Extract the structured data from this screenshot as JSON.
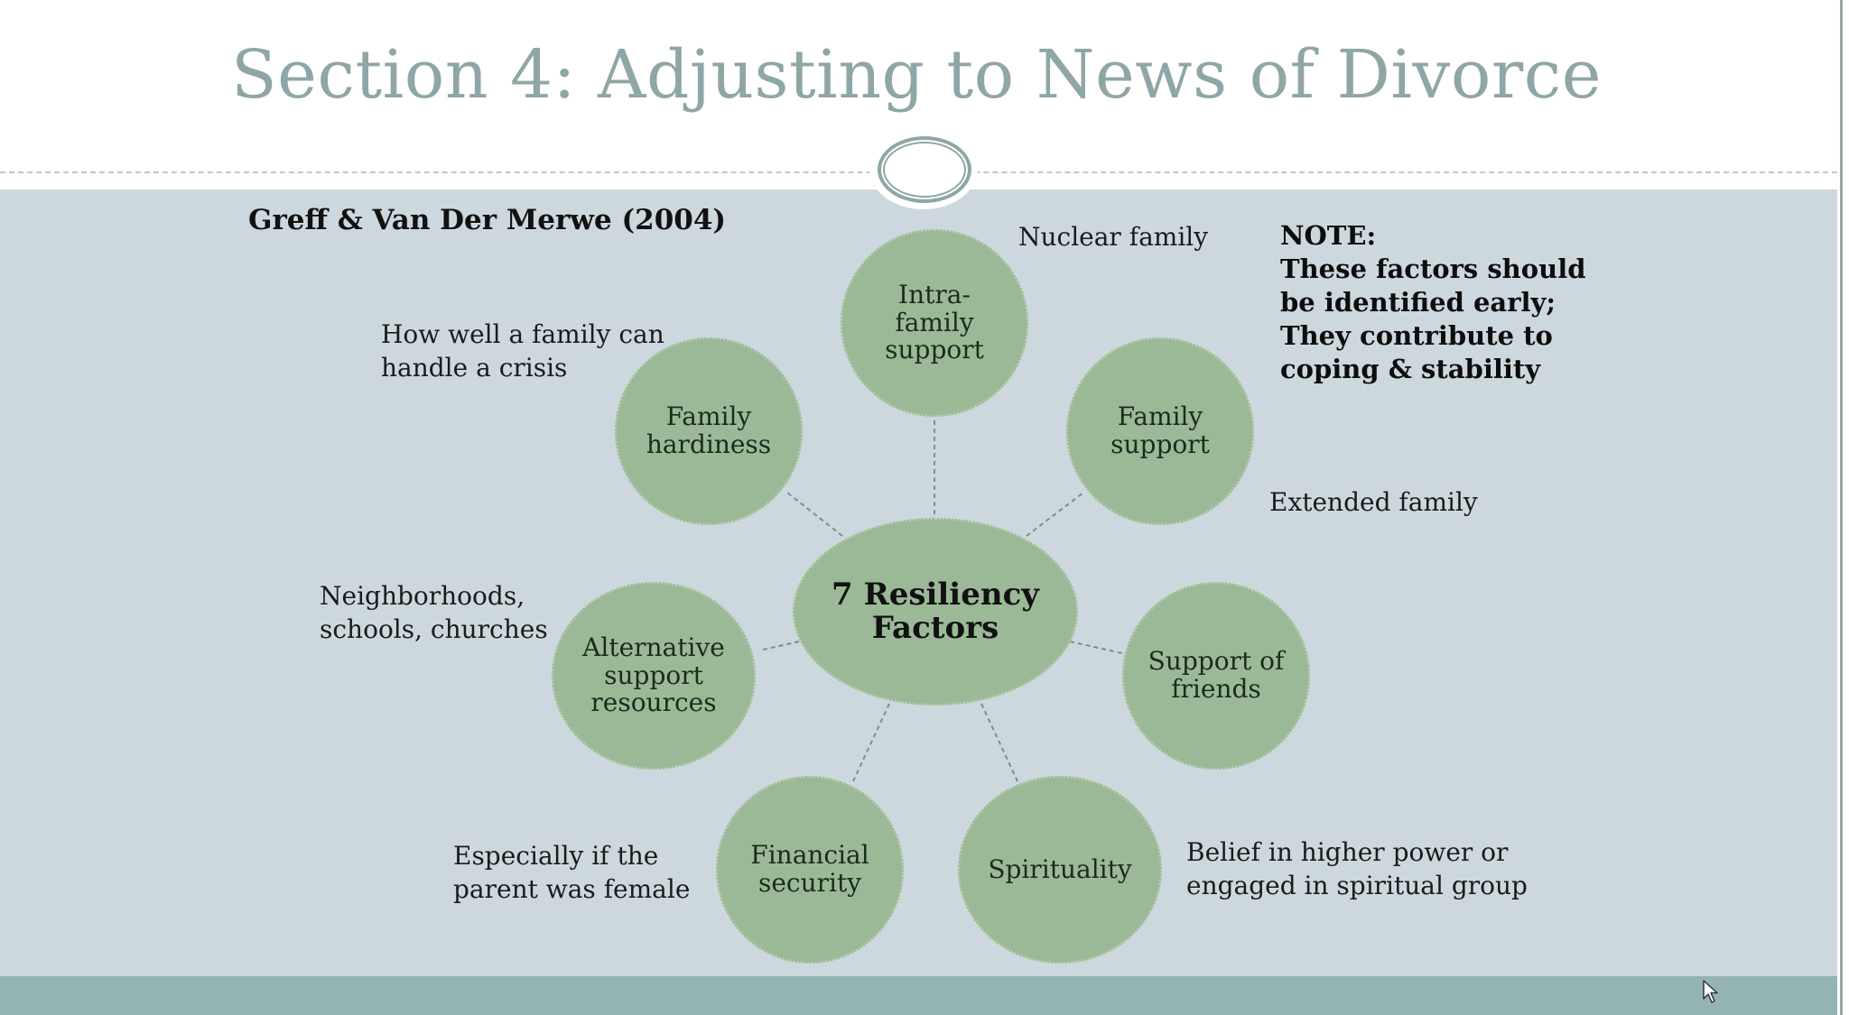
{
  "title": "Section 4: Adjusting to News of Divorce",
  "citation": "Greff & Van Der Merwe (2004)",
  "note": {
    "heading": "NOTE:",
    "lines": [
      "These factors should",
      "be identified early;",
      "They contribute to",
      "coping & stability"
    ]
  },
  "hub": {
    "label": "7 Resiliency\nFactors"
  },
  "factors": [
    {
      "id": "intra-family-support",
      "label": "Intra-\nfamily\nsupport"
    },
    {
      "id": "family-support",
      "label": "Family\nsupport"
    },
    {
      "id": "support-of-friends",
      "label": "Support of\nfriends"
    },
    {
      "id": "spirituality",
      "label": "Spirituality"
    },
    {
      "id": "financial-security",
      "label": "Financial\nsecurity"
    },
    {
      "id": "alternative-support-resources",
      "label": "Alternative\nsupport\nresources"
    },
    {
      "id": "family-hardiness",
      "label": "Family\nhardiness"
    }
  ],
  "annotations": {
    "intra_family_support": "Nuclear family",
    "family_support": "Extended family",
    "spirituality": "Belief in higher power or\nengaged in spiritual group",
    "financial_security": "Especially if the\nparent was female",
    "alternative_support_resources": "Neighborhoods,\nschools, churches",
    "family_hardiness": "How well a family can\nhandle a crisis"
  },
  "colors": {
    "title": "#8fa6a6",
    "content_band": "#cdd8de",
    "footer_band": "#94b4b4",
    "node_fill": "#9bb997",
    "connector": "#7f8c8d"
  },
  "icons": {
    "cursor": "mouse-pointer-icon"
  }
}
